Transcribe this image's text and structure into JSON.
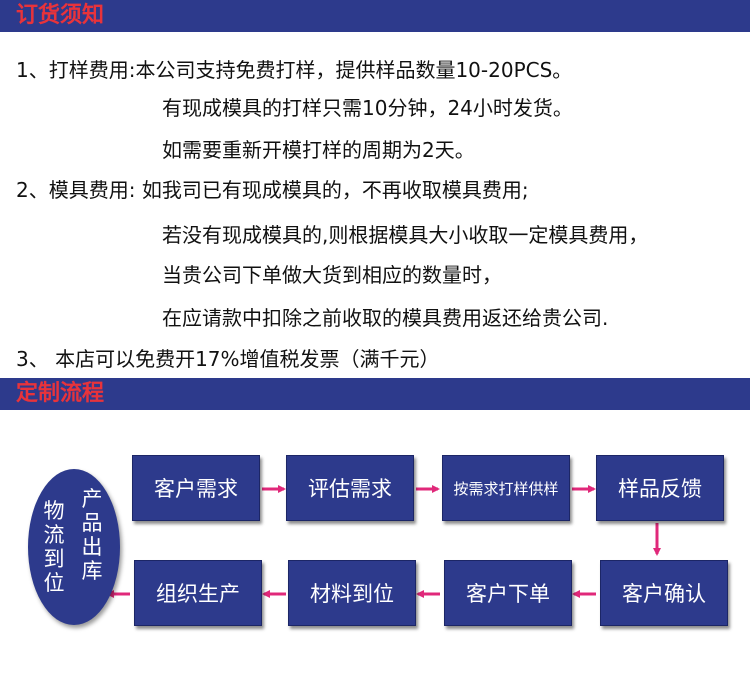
{
  "sections": {
    "ordering_title": "订货须知",
    "process_title": "定制流程"
  },
  "terms": [
    "1、打样费用:本公司支持免费打样，提供样品数量10-20PCS。",
    "有现成模具的打样只需10分钟，24小时发货。",
    "如需要重新开模打样的周期为2天。",
    "2、模具费用: 如我司已有现成模具的，不再收取模具费用;",
    "若没有现成模具的,则根据模具大小收取一定模具费用，",
    "当贵公司下单做大货到相应的数量时，",
    "在应请款中扣除之前收取的模具费用返还给贵公司.",
    "3、  本店可以免费开17%增值税发票（满千元）"
  ],
  "process": {
    "row1": [
      "客户需求",
      "评估需求",
      "按需求打样供样",
      "样品反馈"
    ],
    "row2": [
      "客户确认",
      "客户下单",
      "材料到位",
      "组织生产"
    ],
    "end_left": "物流到位",
    "end_right": "产品出库"
  },
  "colors": {
    "bar": "#2d3a8c",
    "title": "#e8333b",
    "arrow": "#e0287a"
  }
}
